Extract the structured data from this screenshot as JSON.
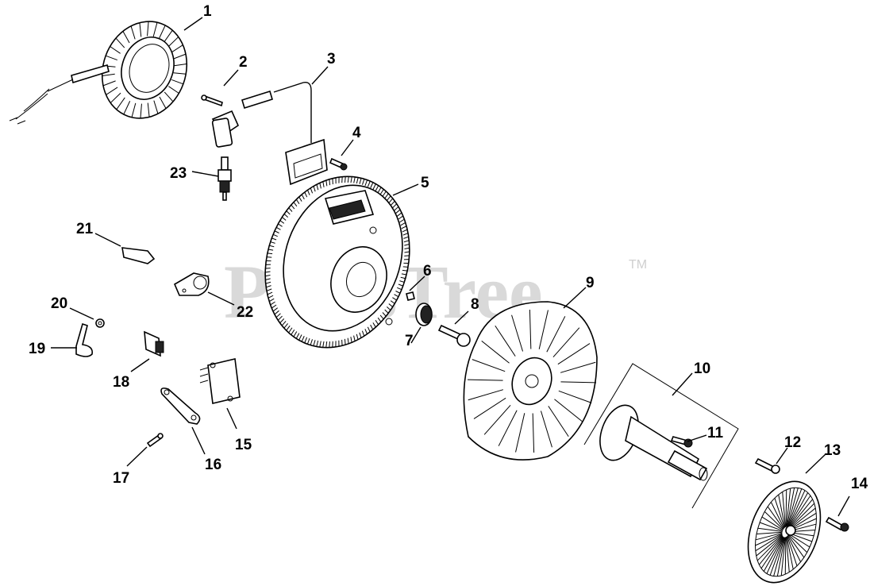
{
  "watermark": {
    "text": "PartsTree",
    "tm": "TM"
  },
  "callouts": [
    "1",
    "2",
    "3",
    "4",
    "5",
    "6",
    "7",
    "8",
    "9",
    "10",
    "11",
    "12",
    "13",
    "14",
    "15",
    "16",
    "17",
    "18",
    "19",
    "20",
    "21",
    "22",
    "23"
  ]
}
